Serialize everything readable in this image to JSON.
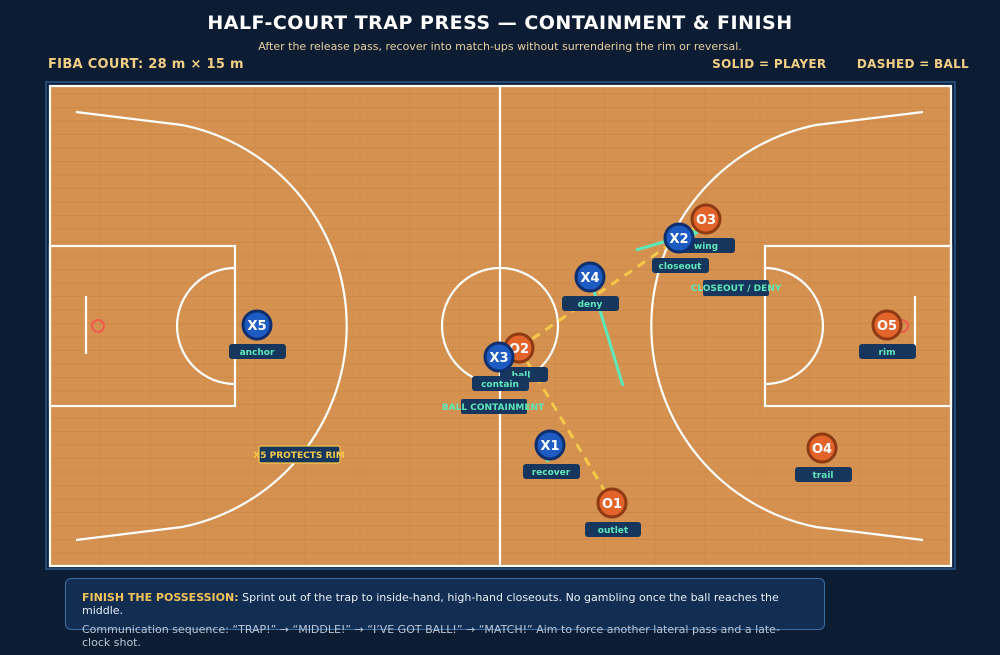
{
  "header": {
    "title": "HALF-COURT TRAP PRESS — CONTAINMENT & FINISH",
    "subtitle": "After the release pass, recover into match-ups without surrendering the rim or reversal.",
    "court_label": "FIBA COURT: 28 m × 15 m",
    "legend_solid": "SOLID = PLAYER",
    "legend_dashed": "DASHED = BALL"
  },
  "colors": {
    "background": "#0b1c33",
    "court_wood": "#d4914f",
    "court_line": "#ffffff",
    "defense": "#1e5cc4",
    "offense": "#e2642a",
    "move_arrow": "#5ee8b9",
    "ball_path": "#f5c84a",
    "label_bg": "#16365e",
    "callout_text": "#5ee8b9"
  },
  "players": {
    "defense": [
      {
        "id": "X1",
        "role": "recover"
      },
      {
        "id": "X2",
        "role": "closeout"
      },
      {
        "id": "X3",
        "role": "contain"
      },
      {
        "id": "X4",
        "role": "deny"
      },
      {
        "id": "X5",
        "role": "anchor"
      }
    ],
    "offense": [
      {
        "id": "O1",
        "role": "outlet"
      },
      {
        "id": "O2",
        "role": "ball"
      },
      {
        "id": "O3",
        "role": "wing"
      },
      {
        "id": "O4",
        "role": "trail"
      },
      {
        "id": "O5",
        "role": "rim"
      }
    ]
  },
  "callouts": {
    "ball_containment": "BALL CONTAINMENT",
    "closeout_deny": "CLOSEOUT / DENY",
    "x5_protects_rim": "X5 PROTECTS RIM"
  },
  "footer": {
    "heading": "FINISH THE POSSESSION:",
    "text": "Sprint out of the trap to inside-hand, high-hand closeouts. No gambling once the ball reaches the middle.",
    "sequence": "Communication sequence: “TRAP!” → “MIDDLE!” → “I’VE GOT BALL!” → “MATCH!”  Aim to force another lateral pass and a late-clock shot."
  }
}
